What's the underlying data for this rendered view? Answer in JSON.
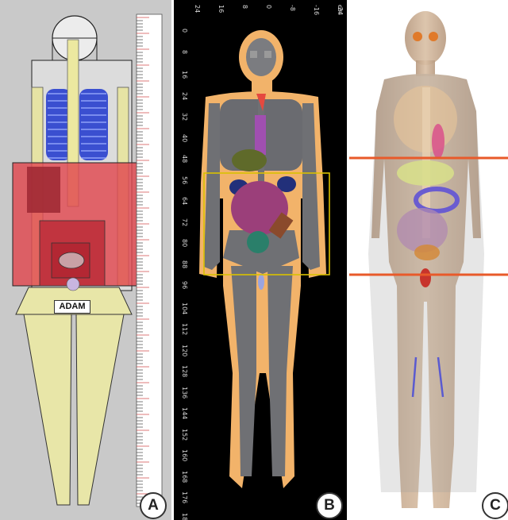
{
  "panels": [
    {
      "id": "A",
      "label": "A",
      "phantom_label": "ADAM"
    },
    {
      "id": "B",
      "label": "B"
    },
    {
      "id": "C",
      "label": "C"
    }
  ],
  "panel_b": {
    "unit": "cm",
    "x_ticks": [
      "24",
      "16",
      "8",
      "0",
      "-8",
      "-16",
      "-24"
    ],
    "y_ticks": [
      "0",
      "8",
      "16",
      "24",
      "32",
      "40",
      "48",
      "56",
      "64",
      "72",
      "80",
      "88",
      "96",
      "104",
      "112",
      "120",
      "128",
      "136",
      "144",
      "152",
      "160",
      "168",
      "176",
      "18"
    ]
  },
  "colors": {
    "panel_a_background": "#c9c9c9",
    "trunk_region_overlay": "#e0484f",
    "lung_blue": "#3a4fd0",
    "leg_cream": "#e8e6a8",
    "skin_tone_b": "#f2b36a",
    "bone_gray_b": "#6f7074",
    "roi_box_yellow": "#d9c100",
    "section_line_red": "#e85a2a"
  }
}
